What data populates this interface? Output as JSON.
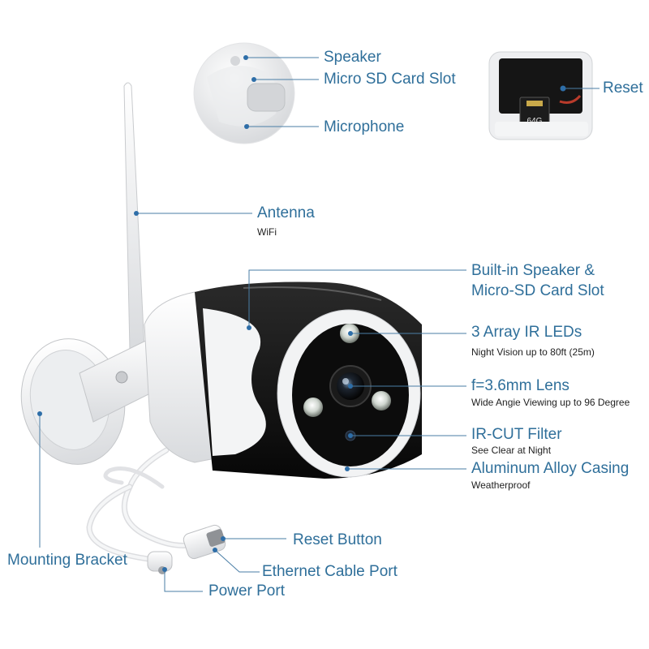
{
  "colors": {
    "label": "#2f6f9a",
    "leader": "#4a7ea6",
    "dot": "#2e6ea8",
    "camera_black": "#121212",
    "camera_white": "#f1f2f3"
  },
  "labels": {
    "speaker": "Speaker",
    "sd_slot": "Micro SD Card Slot",
    "microphone": "Microphone",
    "reset": "Reset",
    "sd_card_text": "64G",
    "antenna": "Antenna",
    "antenna_sub": "WiFi",
    "builtin_line1": "Built-in Speaker &",
    "builtin_line2": "Micro-SD Card Slot",
    "ir_leds": "3 Array IR LEDs",
    "ir_leds_sub": "Night Vision up to 80ft (25m)",
    "lens": "f=3.6mm Lens",
    "lens_sub": "Wide Angie Viewing up to 96 Degree",
    "ircut": "IR-CUT Filter",
    "ircut_sub": "See Clear at Night",
    "casing": "Aluminum Alloy Casing",
    "casing_sub": "Weatherproof",
    "reset_button": "Reset Button",
    "mounting_bracket": "Mounting Bracket",
    "ethernet_port": "Ethernet Cable Port",
    "power_port": "Power Port"
  }
}
